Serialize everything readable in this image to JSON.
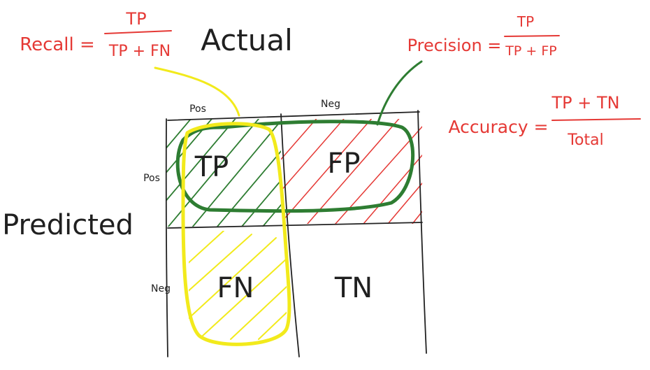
{
  "diagram": {
    "axis_actual": "Actual",
    "axis_predicted": "Predicted",
    "col_pos": "Pos",
    "col_neg": "Neg",
    "row_pos": "Pos",
    "row_neg": "Neg",
    "cells": {
      "tp": "TP",
      "fp": "FP",
      "fn": "FN",
      "tn": "TN"
    },
    "recall": {
      "lhs": "Recall =",
      "numerator": "TP",
      "denominator": "TP + FN"
    },
    "precision": {
      "lhs": "Precision =",
      "numerator": "TP",
      "denominator": "TP + FP"
    },
    "accuracy": {
      "lhs": "Accuracy =",
      "numerator": "TP + TN",
      "denominator": "Total"
    }
  },
  "colors": {
    "ink": "#222222",
    "red": "#e53935",
    "green": "#2e7d32",
    "yellow": "#f2ea1c",
    "background": "#ffffff"
  }
}
